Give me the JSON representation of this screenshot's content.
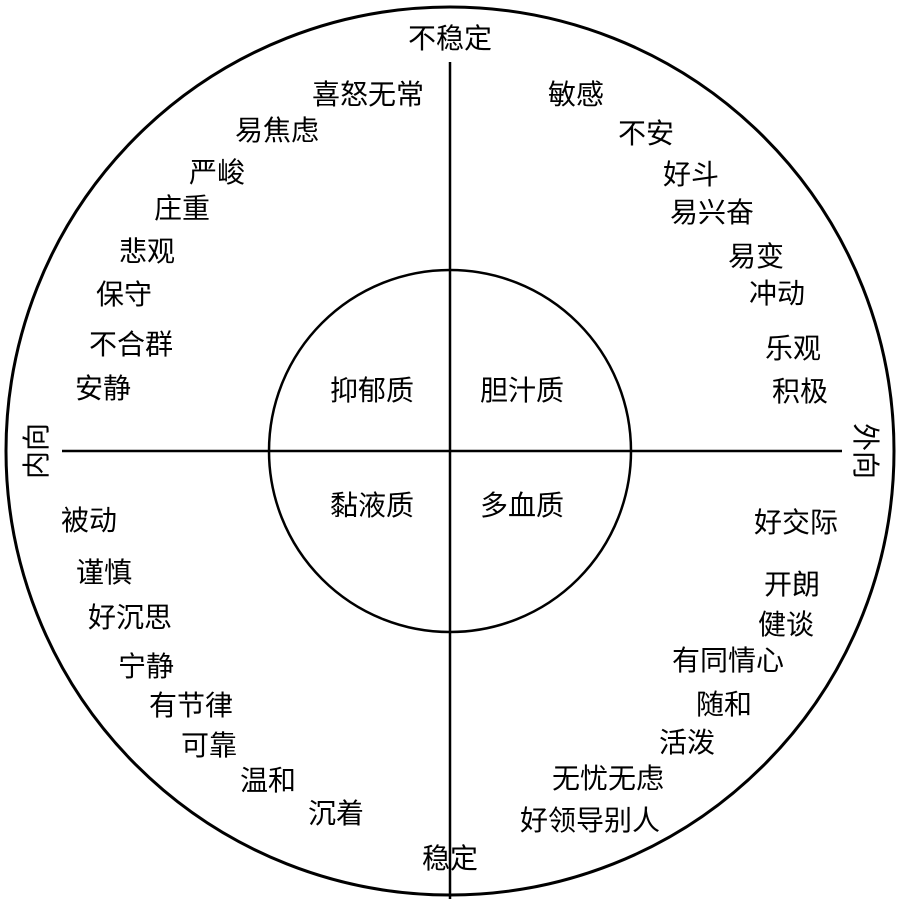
{
  "axes": {
    "top": "不稳定",
    "bottom": "稳定",
    "left": "内向",
    "right": "外向"
  },
  "temperaments": {
    "upper_left": "抑郁质",
    "upper_right": "胆汁质",
    "lower_left": "黏液质",
    "lower_right": "多血质"
  },
  "traits": {
    "upper_left": [
      "喜怒无常",
      "易焦虑",
      "严峻",
      "庄重",
      "悲观",
      "保守",
      "不合群",
      "安静"
    ],
    "upper_right": [
      "敏感",
      "不安",
      "好斗",
      "易兴奋",
      "易变",
      "冲动",
      "乐观",
      "积极"
    ],
    "lower_left": [
      "被动",
      "谨慎",
      "好沉思",
      "宁静",
      "有节律",
      "可靠",
      "温和",
      "沉着"
    ],
    "lower_right": [
      "好交际",
      "开朗",
      "健谈",
      "有同情心",
      "随和",
      "活泼",
      "无忧无虑",
      "好领导别人"
    ]
  }
}
